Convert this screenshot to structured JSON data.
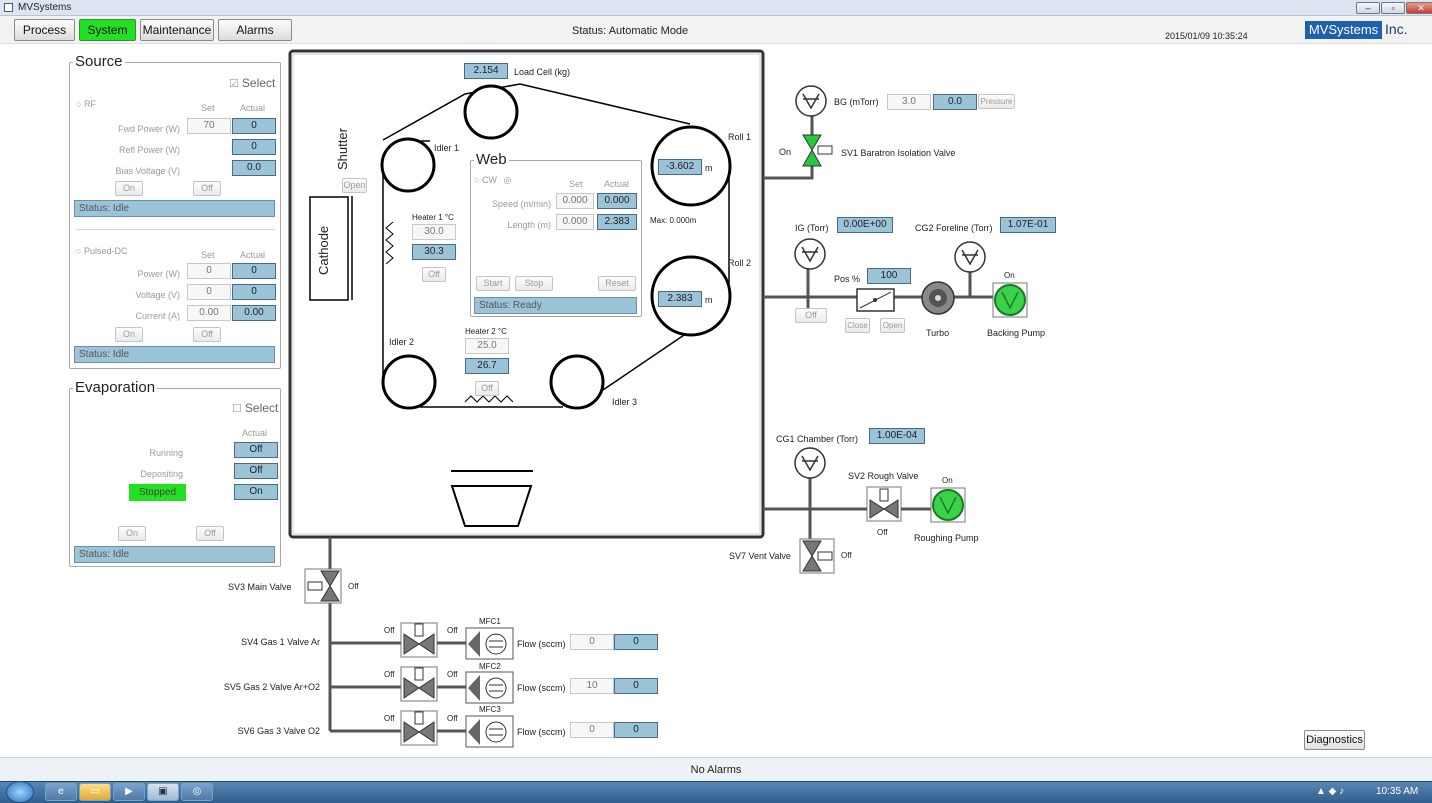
{
  "window": {
    "title": "MVSystems",
    "min": "–",
    "max": "▫",
    "close": "✕"
  },
  "nav": {
    "tabs": [
      "Process",
      "System",
      "Maintenance",
      "Alarms"
    ],
    "active": "System"
  },
  "header": {
    "status": "Status:  Automatic Mode",
    "datetime": "2015/01/09   10:35:24",
    "logo_box": "MVSystems",
    "logo_suffix": "Inc."
  },
  "source": {
    "title": "Source",
    "select_label": "Select",
    "rf": {
      "label": "RF",
      "col_set": "Set",
      "col_actual": "Actual",
      "rows": [
        {
          "label": "Fwd Power (W)",
          "set": "70",
          "actual": "0"
        },
        {
          "label": "Refl Power (W)",
          "set": "",
          "actual": "0"
        },
        {
          "label": "Bias Voltage (V)",
          "set": "",
          "actual": "0.0"
        }
      ],
      "on": "On",
      "off": "Off",
      "status": "Status: Idle"
    },
    "pdc": {
      "label": "Pulsed-DC",
      "col_set": "Set",
      "col_actual": "Actual",
      "rows": [
        {
          "label": "Power (W)",
          "set": "0",
          "actual": "0"
        },
        {
          "label": "Voltage (V)",
          "set": "0",
          "actual": "0"
        },
        {
          "label": "Current (A)",
          "set": "0.00",
          "actual": "0.00"
        }
      ],
      "on": "On",
      "off": "Off",
      "status": "Status: Idle"
    }
  },
  "evap": {
    "title": "Evaporation",
    "select_label": "Select",
    "col_actual": "Actual",
    "rows": [
      {
        "label": "Running",
        "actual": "Off"
      },
      {
        "label": "Depositing",
        "actual": "Off"
      },
      {
        "label": "Stopped",
        "actual": "On"
      }
    ],
    "on": "On",
    "off": "Off",
    "status": "Status: Idle"
  },
  "chamber": {
    "load_cell": {
      "value": "2.154",
      "label": "Load Cell (kg)"
    },
    "shutter": {
      "label": "Shutter",
      "open": "Open"
    },
    "cathode": "Cathode",
    "idler1": "Idler 1",
    "idler2": "Idler 2",
    "idler3": "Idler 3",
    "roll1": {
      "label": "Roll 1",
      "value": "-3.602",
      "unit": "m"
    },
    "roll2": {
      "label": "Roll 2",
      "value": "2.383",
      "unit": "m"
    },
    "max": "Max: 0.000m",
    "heater1": {
      "label": "Heater 1 °C",
      "set": "30.0",
      "actual": "30.3",
      "off": "Off"
    },
    "heater2": {
      "label": "Heater 2 °C",
      "set": "25.0",
      "actual": "26.7",
      "off": "Off"
    },
    "web": {
      "title": "Web",
      "cw": "CW",
      "col_set": "Set",
      "col_actual": "Actual",
      "speed": {
        "label": "Speed (m/min)",
        "set": "0.000",
        "actual": "0.000"
      },
      "length": {
        "label": "Length (m)",
        "set": "0.000",
        "actual": "2.383"
      },
      "start": "Start",
      "stop": "Stop",
      "reset": "Reset",
      "status": "Status: Ready"
    }
  },
  "vacuum": {
    "bg": {
      "label": "BG (mTorr)",
      "set": "3.0",
      "actual": "0.0",
      "btn": "Pressure"
    },
    "sv1": {
      "state": "On",
      "label": "SV1 Baratron Isolation Valve"
    },
    "ig": {
      "label": "IG (Torr)",
      "value": "0.00E+00",
      "off": "Off"
    },
    "cg2": {
      "label": "CG2 Foreline (Torr)",
      "value": "1.07E-01"
    },
    "pos": {
      "label": "Pos %",
      "value": "100",
      "close": "Close",
      "open": "Open"
    },
    "turbo": "Turbo",
    "backing": {
      "state": "On",
      "label": "Backing Pump"
    },
    "cg1": {
      "label": "CG1 Chamber (Torr)",
      "value": "1.00E-04"
    },
    "sv2": {
      "label": "SV2 Rough Valve",
      "state": "Off"
    },
    "roughing": {
      "state": "On",
      "label": "Roughing Pump"
    },
    "sv7": {
      "label": "SV7 Vent Valve",
      "state": "Off"
    },
    "sv3": {
      "label": "SV3 Main Valve",
      "state": "Off"
    }
  },
  "gas": [
    {
      "label": "SV4 Gas 1 Valve Ar",
      "s1": "Off",
      "s2": "Off",
      "mfc": "MFC1",
      "flow": "Flow (sccm)",
      "set": "0",
      "actual": "0"
    },
    {
      "label": "SV5 Gas 2 Valve Ar+O2",
      "s1": "Off",
      "s2": "Off",
      "mfc": "MFC2",
      "flow": "Flow (sccm)",
      "set": "10",
      "actual": "0"
    },
    {
      "label": "SV6 Gas 3 Valve O2",
      "s1": "Off",
      "s2": "Off",
      "mfc": "MFC3",
      "flow": "Flow (sccm)",
      "set": "0",
      "actual": "0"
    }
  ],
  "diagnostics": "Diagnostics",
  "alarms": "No Alarms",
  "taskbar": {
    "clock": "10:35 AM"
  },
  "colors": {
    "active_green": "#22e022",
    "value_blue": "#9cc4d8",
    "pump_green": "#39d24a",
    "valve_green": "#28c83c"
  }
}
